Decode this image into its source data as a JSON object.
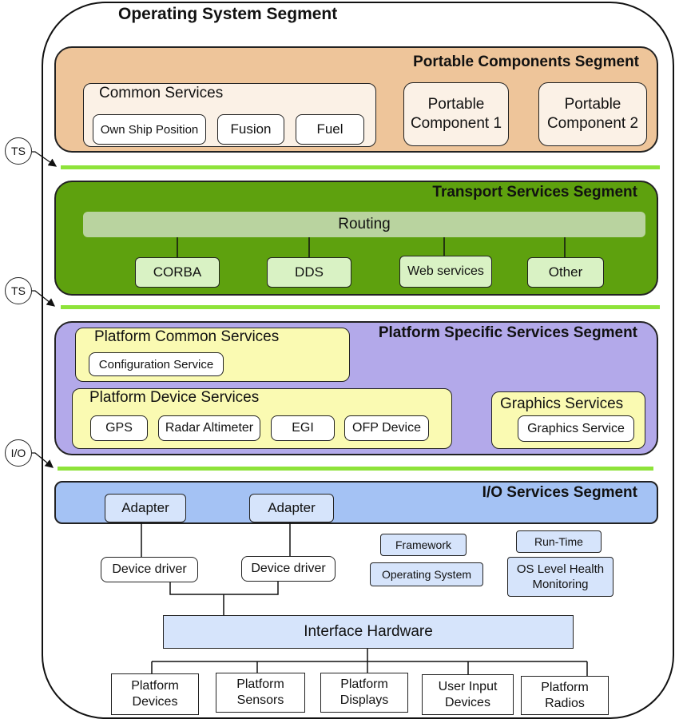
{
  "os_segment": {
    "title": "Operating System Segment"
  },
  "portable_segment": {
    "title": "Portable Components Segment",
    "common_services": {
      "title": "Common Services",
      "items": [
        "Own Ship Position",
        "Fusion",
        "Fuel"
      ]
    },
    "component1": "Portable Component 1",
    "component2": "Portable Component 2",
    "color": "#eec59a"
  },
  "transport_segment": {
    "title": "Transport Services Segment",
    "routing": "Routing",
    "items": [
      "CORBA",
      "DDS",
      "Web services",
      "Other"
    ],
    "color": "#5ea10e"
  },
  "platform_segment": {
    "title": "Platform Specific Services Segment",
    "common": {
      "title": "Platform Common Services",
      "items": [
        "Configuration Service"
      ]
    },
    "device": {
      "title": "Platform Device Services",
      "items": [
        "GPS",
        "Radar Altimeter",
        "EGI",
        "OFP Device"
      ]
    },
    "graphics": {
      "title": "Graphics Services",
      "items": [
        "Graphics Service"
      ]
    },
    "color": "#b3a9ea"
  },
  "io_segment": {
    "title": "I/O Services Segment",
    "adapters": [
      "Adapter",
      "Adapter"
    ],
    "color": "#a4c2f4"
  },
  "drivers": [
    "Device driver",
    "Device driver"
  ],
  "os_boxes": {
    "framework": "Framework",
    "operating_system": "Operating System",
    "run_time": "Run-Time",
    "health": "OS Level Health Monitoring"
  },
  "interface_labels": [
    "TS",
    "TS",
    "I/O"
  ],
  "interface_hardware": "Interface Hardware",
  "devices": [
    "Platform Devices",
    "Platform Sensors",
    "Platform Displays",
    "User Input Devices",
    "Platform Radios"
  ]
}
